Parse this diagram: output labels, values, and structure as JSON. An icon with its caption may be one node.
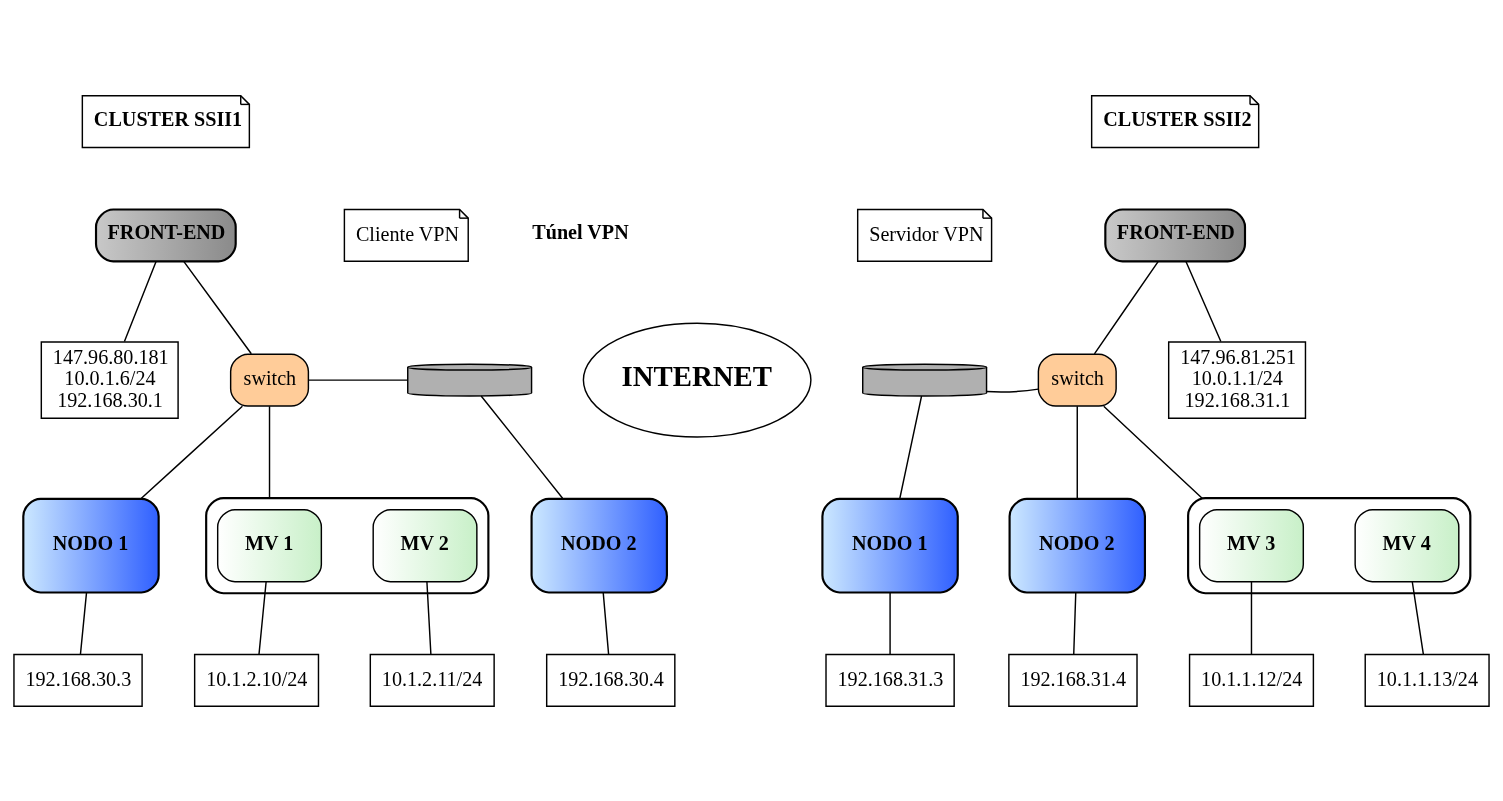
{
  "diagram": {
    "nodes": [
      {
        "text": [
          "CLUSTER SSII1"
        ]
      },
      {
        "text": [
          "FRONT-END"
        ]
      },
      {
        "text": [
          "147.96.80.181",
          "10.0.1.6/24",
          "192.168.30.1"
        ]
      },
      {
        "text": [
          "switch"
        ]
      },
      {
        "text": [
          "NODO 1"
        ]
      },
      {
        "text": [
          "NODO 2"
        ]
      },
      {
        "text": [
          "192.168.30.3"
        ]
      },
      {
        "text": [
          "192.168.30.4"
        ]
      },
      {
        "text": [],
        "shape": "cloud"
      },
      {
        "text": [
          "MV 1"
        ],
        "in": 8
      },
      {
        "text": [
          "MV 2"
        ],
        "in": 8
      },
      {
        "text": [
          "10.1.2.10/24"
        ]
      },
      {
        "text": [
          "10.1.2.11/24"
        ]
      },
      {
        "text": [
          "Cliente VPN"
        ]
      },
      {
        "text": [],
        "shape": "cylinder"
      },
      {
        "text": [
          "INTERNET"
        ]
      },
      {
        "text": [],
        "shape": "cylinder"
      },
      {
        "text": [
          "Servidor VPN"
        ]
      },
      {
        "text": [
          "CLUSTER SSII2"
        ]
      },
      {
        "text": [
          "FRONT-END"
        ]
      },
      {
        "text": [
          "147.96.81.251",
          "10.0.1.1/24",
          "192.168.31.1"
        ]
      },
      {
        "text": [
          "switch"
        ]
      },
      {
        "text": [
          "NODO 1"
        ]
      },
      {
        "text": [
          "NODO 2"
        ]
      },
      {
        "text": [
          "192.168.31.3"
        ]
      },
      {
        "text": [
          "192.168.31.4"
        ]
      },
      {
        "text": [],
        "shape": "cloud"
      },
      {
        "text": [
          "MV 3"
        ],
        "in": 26
      },
      {
        "text": [
          "MV 4"
        ],
        "in": 26
      },
      {
        "text": [
          "10.1.1.12/24"
        ]
      },
      {
        "text": [
          "10.1.1.13/24"
        ]
      }
    ],
    "edges": [
      {
        "from": 1,
        "to": 2,
        "arrow": "none"
      },
      {
        "from": 1,
        "to": 3,
        "arrow": "none"
      },
      {
        "from": 3,
        "to": 4,
        "arrow": "none"
      },
      {
        "from": 4,
        "to": 6,
        "arrow": "none"
      },
      {
        "from": 3,
        "to": 8,
        "arrow": "none"
      },
      {
        "from": 3,
        "to": 14,
        "arrow": "none"
      },
      {
        "from": 14,
        "to": 5,
        "arrow": "none"
      },
      {
        "from": 5,
        "to": 7,
        "arrow": "none"
      },
      {
        "from": 9,
        "to": 11,
        "arrow": "none"
      },
      {
        "from": 10,
        "to": 12,
        "arrow": "none"
      },
      {
        "from": 19,
        "to": 20,
        "arrow": "none"
      },
      {
        "from": 19,
        "to": 21,
        "arrow": "none"
      },
      {
        "from": 21,
        "to": 16,
        "arrow": "none"
      },
      {
        "from": 16,
        "to": 22,
        "arrow": "none"
      },
      {
        "from": 22,
        "to": 24,
        "arrow": "none"
      },
      {
        "from": 21,
        "to": 26,
        "arrow": "none"
      },
      {
        "from": 21,
        "to": 23,
        "arrow": "none"
      },
      {
        "from": 23,
        "to": 25,
        "arrow": "none"
      },
      {
        "from": 27,
        "to": 29,
        "arrow": "none"
      },
      {
        "from": 28,
        "to": 30,
        "arrow": "none"
      }
    ],
    "labels": [
      "Túnel VPN"
    ]
  }
}
